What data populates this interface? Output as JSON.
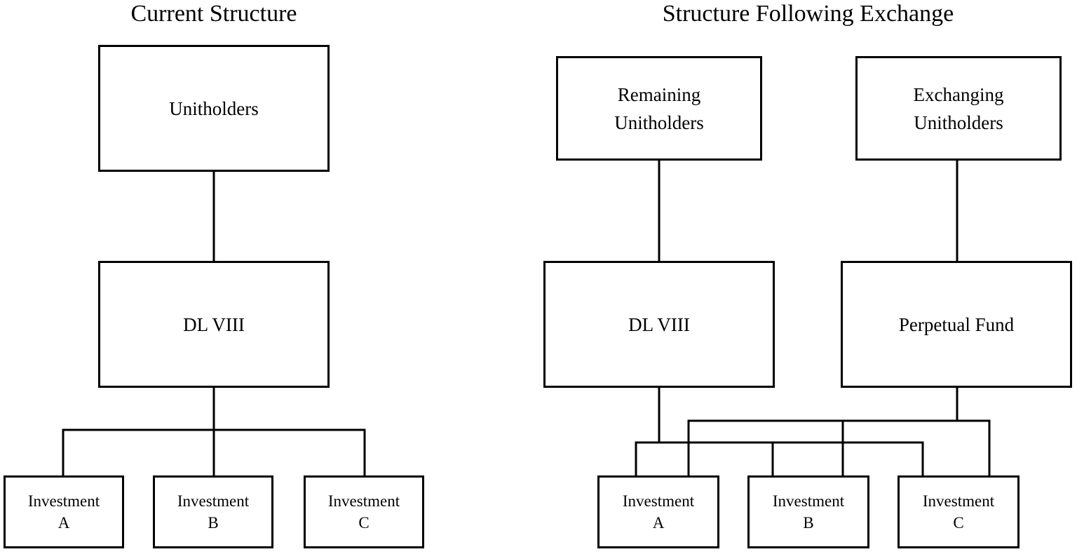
{
  "left": {
    "title": "Current Structure",
    "unitholders": "Unitholders",
    "fund": "DL VIII",
    "investments": [
      {
        "line1": "Investment",
        "line2": "A"
      },
      {
        "line1": "Investment",
        "line2": "B"
      },
      {
        "line1": "Investment",
        "line2": "C"
      }
    ]
  },
  "right": {
    "title": "Structure Following Exchange",
    "remaining": {
      "line1": "Remaining",
      "line2": "Unitholders"
    },
    "exchanging": {
      "line1": "Exchanging",
      "line2": "Unitholders"
    },
    "fund": "DL VIII",
    "perpetual": "Perpetual Fund",
    "investments": [
      {
        "line1": "Investment",
        "line2": "A"
      },
      {
        "line1": "Investment",
        "line2": "B"
      },
      {
        "line1": "Investment",
        "line2": "C"
      }
    ]
  }
}
